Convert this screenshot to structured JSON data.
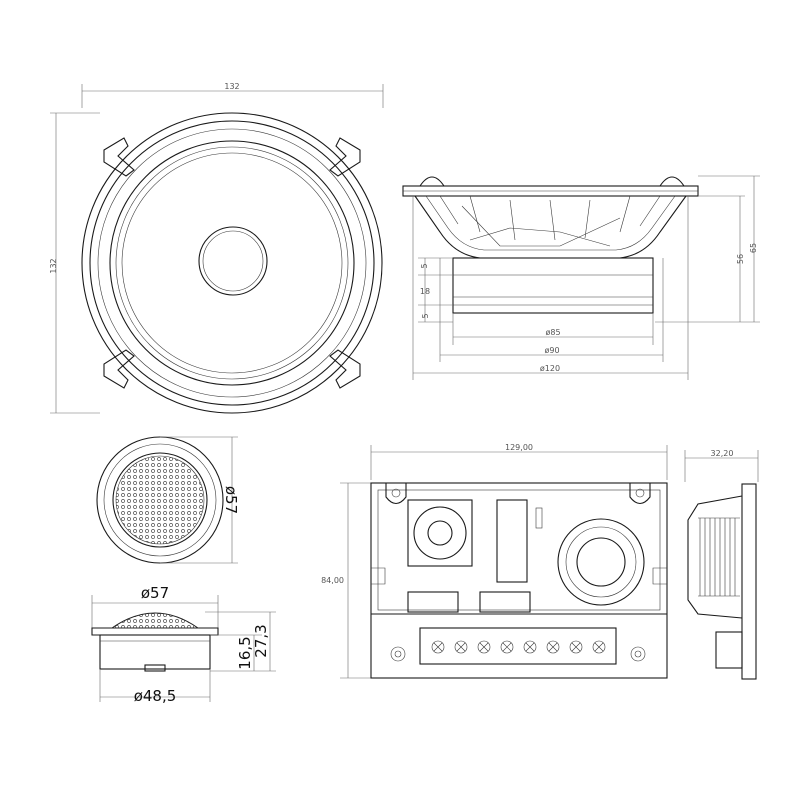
{
  "colors": {
    "line": "#1a1a1a",
    "dimension": "#6a6a6a",
    "background": "#ffffff"
  },
  "woofer": {
    "front_width": "132",
    "front_height": "132",
    "side_total_depth": "65",
    "side_depth": "56",
    "mount_step_top": "5",
    "magnet_height": "18",
    "mount_step_bottom": "5",
    "dia_85": "ø85",
    "dia_90": "ø90",
    "dia_120": "ø120"
  },
  "tweeter": {
    "front_dia": "ø57",
    "side_dia": "ø57",
    "side_base_dia": "ø48,5",
    "side_height_16": "16,5",
    "side_height_27": "27,3"
  },
  "crossover": {
    "width": "129,00",
    "height": "84,00",
    "depth": "32,20"
  }
}
